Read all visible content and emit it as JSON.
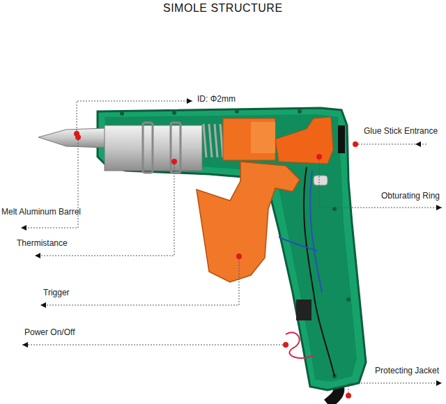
{
  "diagram": {
    "title": "SIMOLE STRUCTURE",
    "labels": [
      "ID: Φ2mm",
      "Glue Stick Entrance",
      "Obturating Ring",
      "Melt Aluminum Barrel",
      "Thermistance",
      "Trigger",
      "Power On/Off",
      "Protecting Jacket"
    ]
  }
}
